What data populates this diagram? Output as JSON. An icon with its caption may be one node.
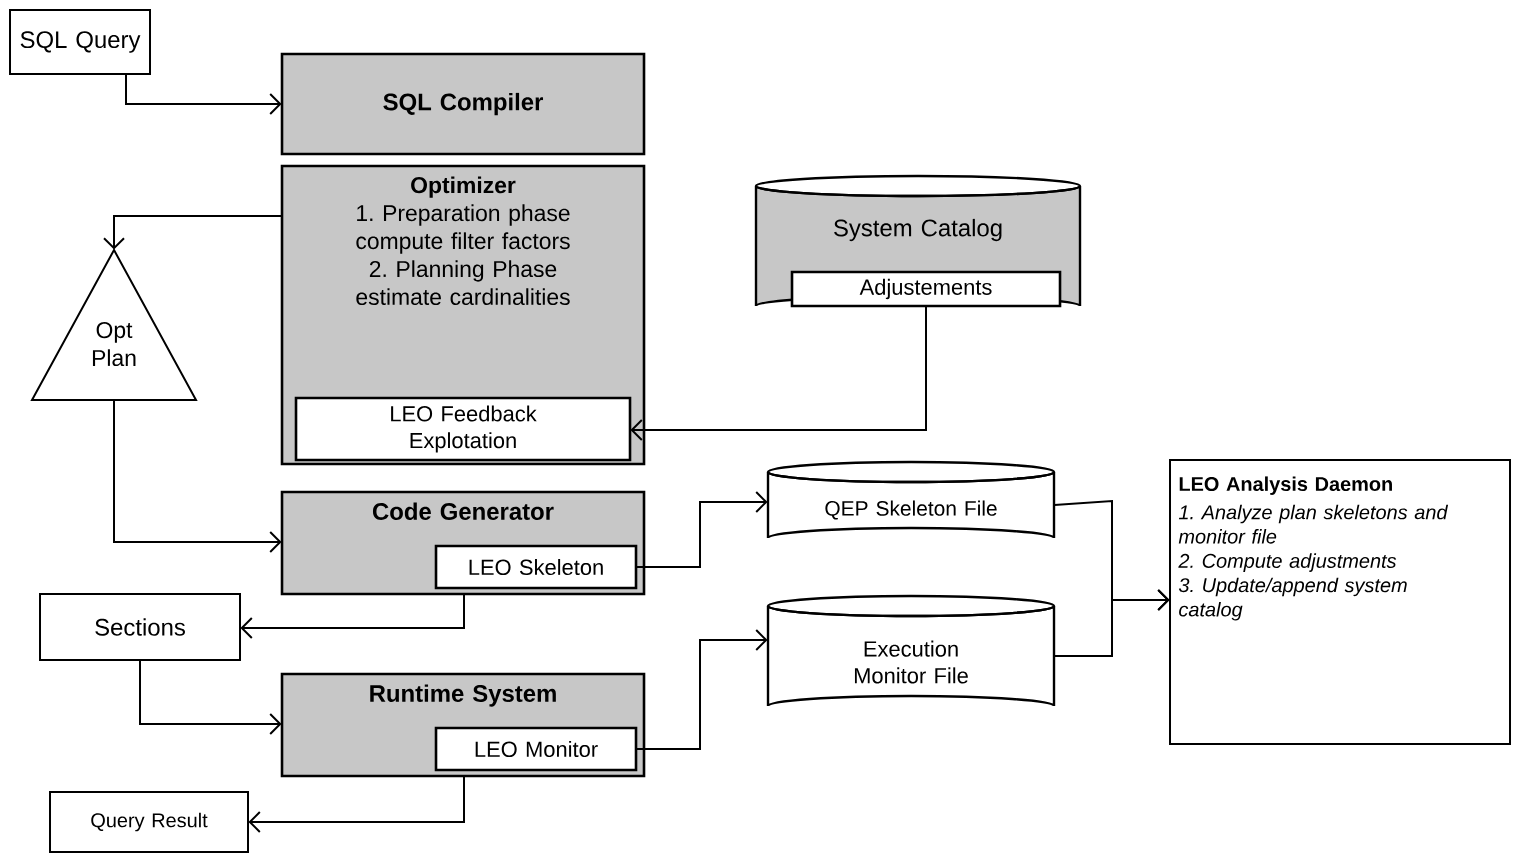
{
  "diagram": {
    "nodes": [
      {
        "text": [
          "SQL Query"
        ]
      },
      {
        "text": [
          "SQL Compiler"
        ]
      },
      {
        "text": [
          "Optimizer",
          "1. Preparation phase compute filter factors",
          "2. Planning Phase estimate cardinalities"
        ]
      },
      {
        "text": [
          "LEO Feedback Explotation"
        ],
        "in": 2
      },
      {
        "text": [
          "Opt Plan"
        ]
      },
      {
        "text": [
          "System Catalog"
        ]
      },
      {
        "text": [
          "Adjustements"
        ],
        "in": 5
      },
      {
        "text": [
          "Code Generator"
        ]
      },
      {
        "text": [
          "LEO Skeleton"
        ],
        "in": 7
      },
      {
        "text": [
          "Sections"
        ]
      },
      {
        "text": [
          "QEP Skeleton File"
        ]
      },
      {
        "text": [
          "Runtime System"
        ]
      },
      {
        "text": [
          "LEO Monitor"
        ],
        "in": 11
      },
      {
        "text": [
          "Execution Monitor File"
        ]
      },
      {
        "text": [
          "LEO Analysis Daemon",
          "1. Analyze plan skeletons and monitor file",
          "2. Compute adjustments",
          "3. Update/append system catalog"
        ]
      },
      {
        "text": [
          "Query Result"
        ]
      }
    ],
    "edges": [
      {
        "from": 0,
        "to": 1,
        "arrow": "to"
      },
      {
        "from": 2,
        "to": 4,
        "arrow": "to"
      },
      {
        "from": 4,
        "to": 7,
        "arrow": "to"
      },
      {
        "from": 6,
        "to": 3,
        "arrow": "to"
      },
      {
        "from": 8,
        "to": 10,
        "arrow": "to"
      },
      {
        "from": 7,
        "to": 9,
        "arrow": "to"
      },
      {
        "from": 9,
        "to": 11,
        "arrow": "to"
      },
      {
        "from": 12,
        "to": 13,
        "arrow": "to"
      },
      {
        "from": 11,
        "to": 15,
        "arrow": "to"
      },
      {
        "from": 10,
        "to": 14,
        "arrow": "to"
      },
      {
        "from": 13,
        "to": 14,
        "arrow": "to"
      }
    ]
  }
}
